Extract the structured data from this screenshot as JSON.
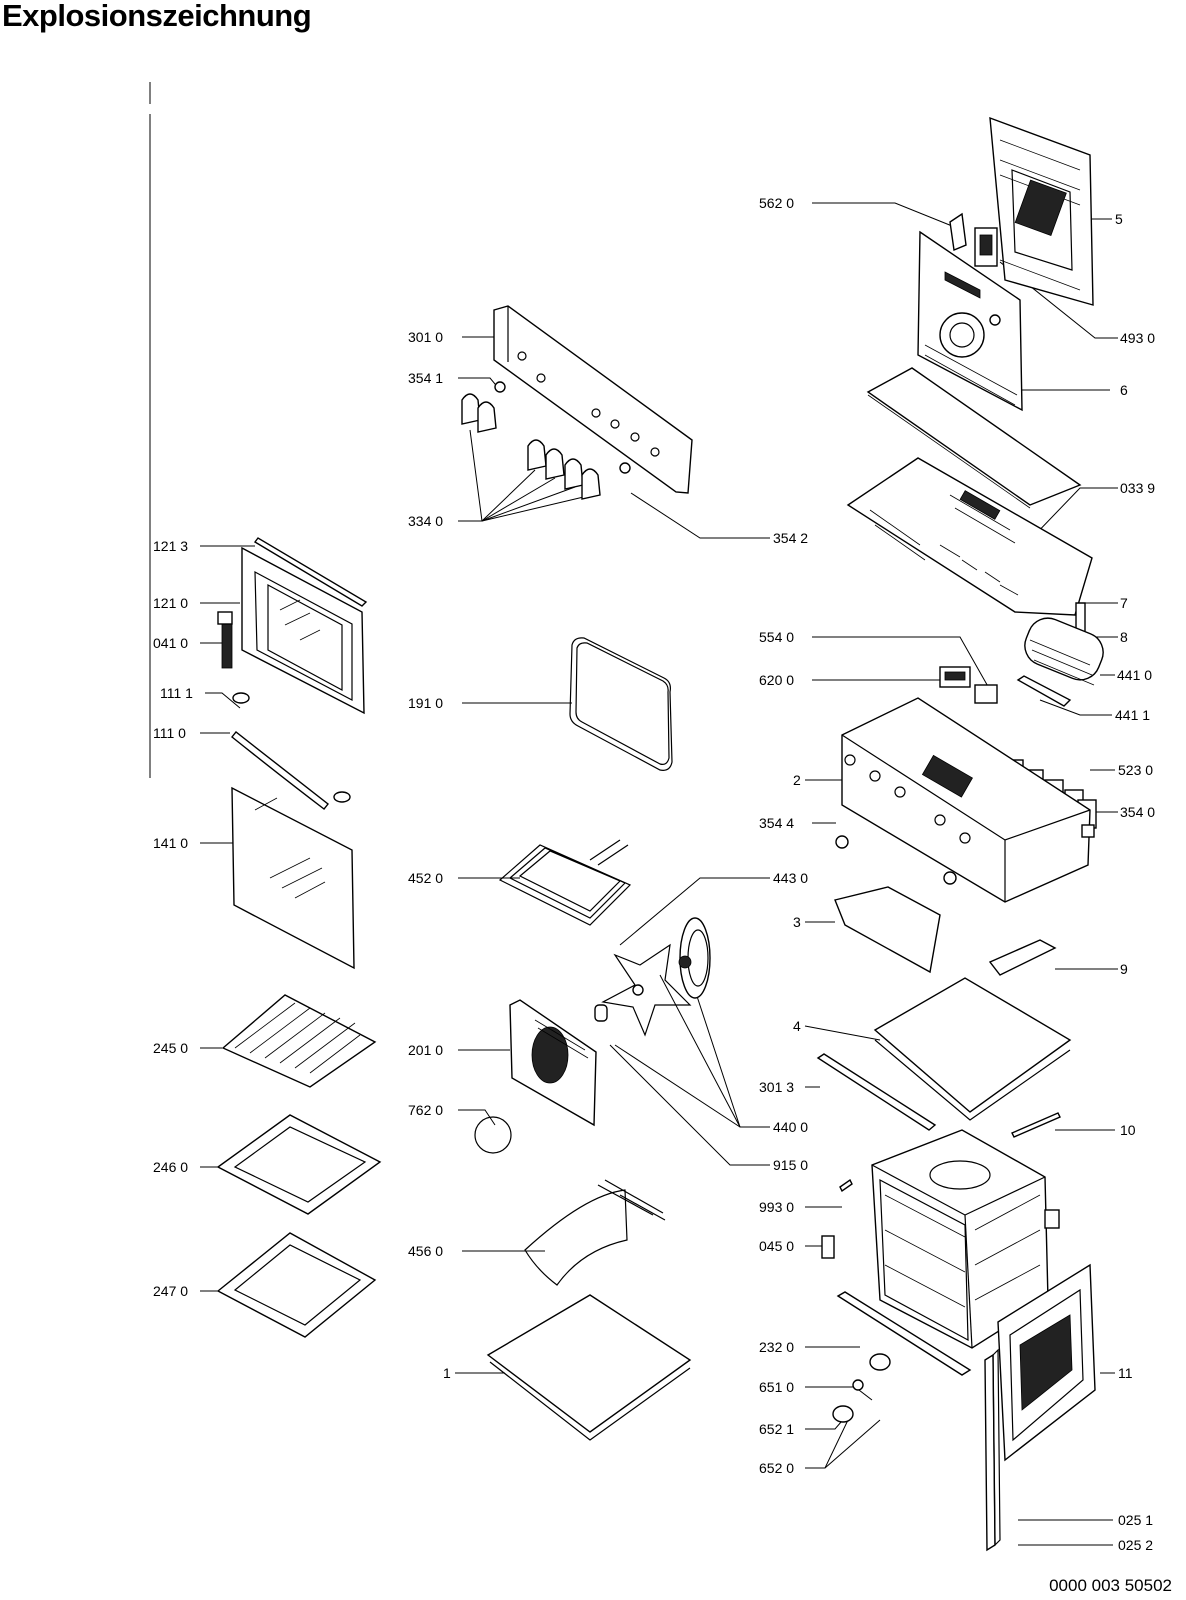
{
  "title": "Explosionszeichnung",
  "document_number": "0000 003 50502",
  "labels": {
    "l5620": "562 0",
    "l5": "5",
    "l4930": "493 0",
    "l3010": "301 0",
    "l3541": "354 1",
    "l6": "6",
    "l0339": "033 9",
    "l3340": "334 0",
    "l3542": "354 2",
    "l1213": "121 3",
    "l7": "7",
    "l1210": "121 0",
    "l0410": "041 0",
    "l8": "8",
    "l5540": "554 0",
    "l4410": "441 0",
    "l6200": "620 0",
    "l1111": "111 1",
    "l1910": "191 0",
    "l4411": "441 1",
    "l1110": "111 0",
    "l2": "2",
    "l5230": "523 0",
    "l3544": "354 4",
    "l3540": "354 0",
    "l1410": "141 0",
    "l4520": "452 0",
    "l4430": "443 0",
    "l3": "3",
    "l9": "9",
    "l2450": "245 0",
    "l4": "4",
    "l2010": "201 0",
    "l3013": "301 3",
    "l7620": "762 0",
    "l4400": "440 0",
    "l10": "10",
    "l9150": "915 0",
    "l2460": "246 0",
    "l9930": "993 0",
    "l0450": "045 0",
    "l4560": "456 0",
    "l2470": "247 0",
    "l2320": "232 0",
    "l1": "1",
    "l11": "11",
    "l6510": "651 0",
    "l6521": "652 1",
    "l6520": "652 0",
    "l0251": "025 1",
    "l0252": "025 2"
  }
}
